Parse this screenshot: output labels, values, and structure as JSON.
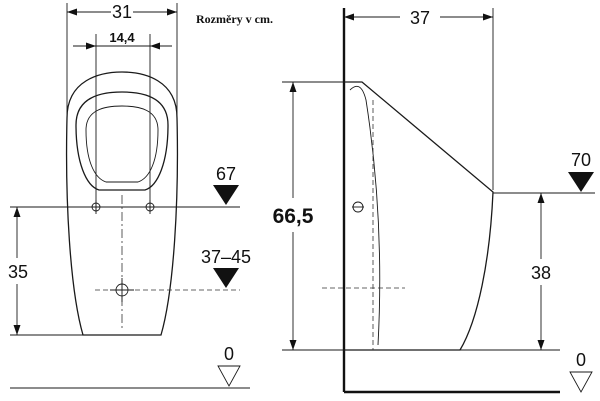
{
  "note": "Rozměry v cm.",
  "front_view": {
    "width_label": "31",
    "inner_width_label": "14,4",
    "height_label": "35",
    "level_top_label": "67",
    "level_drain_label": "37–45",
    "floor_label": "0"
  },
  "side_view": {
    "depth_label": "37",
    "total_height_label": "66,5",
    "level_top_label": "70",
    "height_label": "38",
    "floor_label": "0"
  },
  "icons": [
    "level-triangle-icon",
    "level-triangle-open-icon",
    "dimension-arrow-icon",
    "fixing-cross-icon"
  ]
}
